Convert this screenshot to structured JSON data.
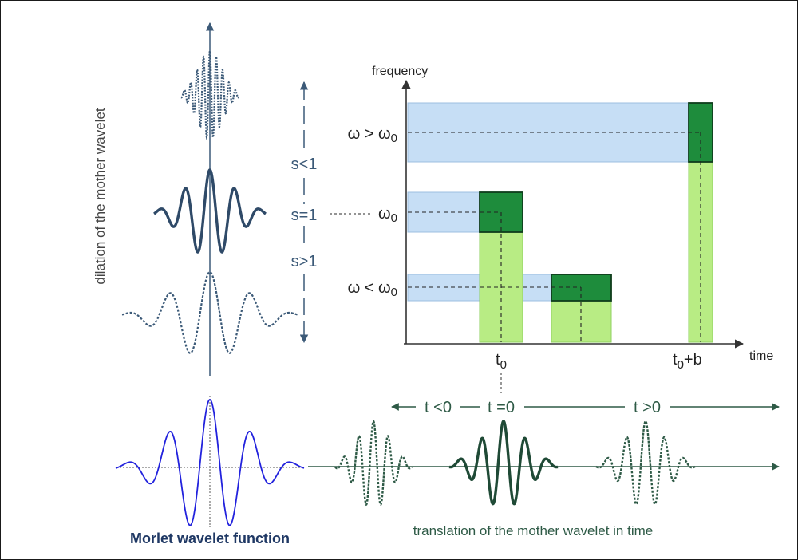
{
  "diagram": {
    "vertical_label": "dilation of the mother wavelet",
    "scale_labels": {
      "s_lt_1": "s<1",
      "s_eq_1": "s=1",
      "s_gt_1": "s>1"
    },
    "axes": {
      "y_label": "frequency",
      "x_label": "time"
    },
    "omega_labels": {
      "high": {
        "main": "ω > ω",
        "sub": "0"
      },
      "mid": {
        "main": "ω",
        "sub": "0"
      },
      "low": {
        "main": "ω < ω",
        "sub": "0"
      }
    },
    "time_labels": {
      "t0": {
        "main": "t",
        "sub": "0"
      },
      "t0b": {
        "main": "t",
        "sub": "0",
        "suffix": "+b"
      }
    },
    "translation_labels": {
      "negative": "t <0",
      "zero": "t =0",
      "positive": "t >0"
    },
    "caption_morlet": "Morlet wavelet function",
    "caption_translation": "translation of the mother wavelet in time",
    "colors": {
      "blue_band": "#c6def5",
      "green_light": "#b8ec84",
      "green_dark": "#1e8c3c",
      "wavelet_navy": "#3c5a78",
      "morlet_blue": "#2222dd",
      "translation_green": "#2e5a46",
      "caption_navy": "#1f3864"
    }
  }
}
